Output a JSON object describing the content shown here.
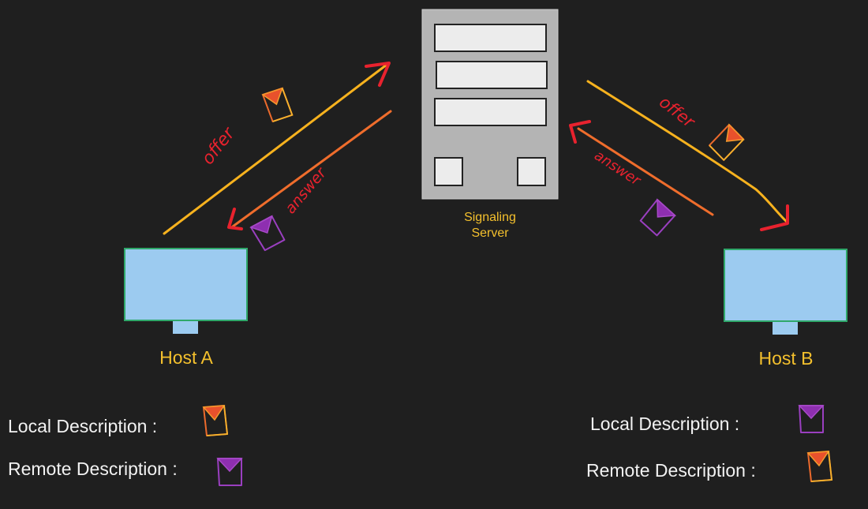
{
  "colors": {
    "background": "#1f1f1f",
    "server_body": "#b4b4b4",
    "server_slot": "#ececec",
    "host_screen": "#9ccbf0",
    "host_border": "#2fa86a",
    "label_yellow": "#f4c02d",
    "arrow_offer": "#f7b21e",
    "arrow_answer": "#ef6d2c",
    "arrowhead": "#e8222e",
    "handwriting": "#e8222e",
    "offer_envelope": "#ec6a2c",
    "answer_envelope": "#8e2fb0",
    "legend_text": "#f2f2f2"
  },
  "server": {
    "icon": "server-icon",
    "label_line1": "Signaling",
    "label_line2": "Server"
  },
  "hosts": [
    {
      "id": "host-a",
      "icon": "monitor-icon",
      "label": "Host A"
    },
    {
      "id": "host-b",
      "icon": "monitor-icon",
      "label": "Host B"
    }
  ],
  "messages": {
    "offer_label": "offer",
    "answer_label": "answer"
  },
  "legend": {
    "host_a": {
      "local_label": "Local Description :",
      "local_icon": "offer-envelope-icon",
      "remote_label": "Remote Description :",
      "remote_icon": "answer-envelope-icon"
    },
    "host_b": {
      "local_label": "Local Description :",
      "local_icon": "answer-envelope-icon",
      "remote_label": "Remote Description :",
      "remote_icon": "offer-envelope-icon"
    }
  }
}
